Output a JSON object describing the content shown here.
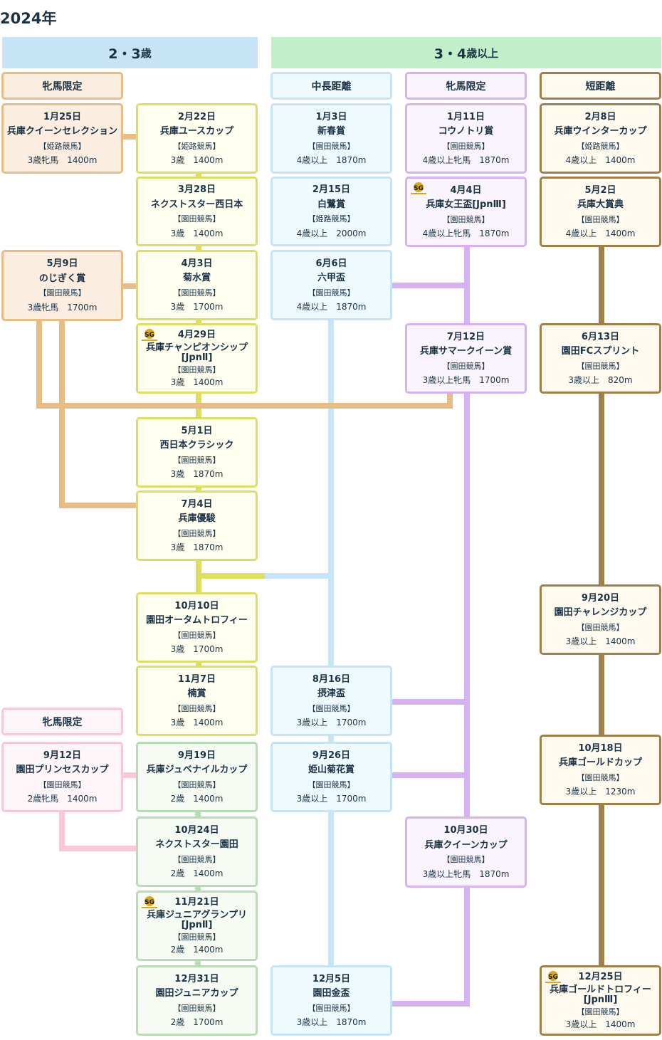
{
  "year": "2024年",
  "groups": {
    "young": {
      "main": "2・3",
      "suffix": "歳"
    },
    "older": {
      "main": "3・4",
      "suffix": "歳以上"
    }
  },
  "categories": {
    "fillies1": "牝馬限定",
    "middle": "中長距離",
    "fillies2": "牝馬限定",
    "sprint": "短距離",
    "fillies3": "牝馬限定"
  },
  "colors": {
    "orange": "#e8bd85",
    "orange_bg": "#fbeee0",
    "yellow": "#dede62",
    "yellow_bg": "#fffff0",
    "green": "#b7ddb2",
    "green_bg": "#f6fcf4",
    "pink": "#f9c7da",
    "pink_bg": "#fef5f9",
    "blue": "#c7e4f6",
    "blue_bg": "#effaff",
    "purple": "#d7b2f2",
    "purple_bg": "#faf4fe",
    "brown": "#9e8048",
    "brown_bg": "#fffaf0"
  },
  "jpn_badge": "SG",
  "races": [
    {
      "id": "r1",
      "date": "1月25日",
      "name": "兵庫クイーンセレクション",
      "course": "【姫路競馬】",
      "cond": "3歳牝馬　1400m",
      "color": "orange"
    },
    {
      "id": "r2",
      "date": "5月9日",
      "name": "のじぎく賞",
      "course": "【園田競馬】",
      "cond": "3歳牝馬　1700m",
      "color": "orange"
    },
    {
      "id": "r3",
      "date": "2月22日",
      "name": "兵庫ユースカップ",
      "course": "【姫路競馬】",
      "cond": "3歳　1400m",
      "color": "yellow"
    },
    {
      "id": "r4",
      "date": "3月28日",
      "name": "ネクストスター西日本",
      "course": "【園田競馬】",
      "cond": "3歳　1400m",
      "color": "yellow"
    },
    {
      "id": "r5",
      "date": "4月3日",
      "name": "菊水賞",
      "course": "【園田競馬】",
      "cond": "3歳　1700m",
      "color": "yellow"
    },
    {
      "id": "r6",
      "date": "4月29日",
      "name": "兵庫チャンピオンシップ[JpnⅡ]",
      "course": "【園田競馬】",
      "cond": "3歳　1400m",
      "color": "yellow",
      "jpn": true
    },
    {
      "id": "r7",
      "date": "5月1日",
      "name": "西日本クラシック",
      "course": "【園田競馬】",
      "cond": "3歳　1870m",
      "color": "yellow"
    },
    {
      "id": "r8",
      "date": "7月4日",
      "name": "兵庫優駿",
      "course": "【園田競馬】",
      "cond": "3歳　1870m",
      "color": "yellow"
    },
    {
      "id": "r9",
      "date": "10月10日",
      "name": "園田オータムトロフィー",
      "course": "【園田競馬】",
      "cond": "3歳　1700m",
      "color": "yellow"
    },
    {
      "id": "r10",
      "date": "11月7日",
      "name": "楠賞",
      "course": "【園田競馬】",
      "cond": "3歳　1400m",
      "color": "yellow"
    },
    {
      "id": "r11",
      "date": "9月12日",
      "name": "園田プリンセスカップ",
      "course": "【園田競馬】",
      "cond": "2歳牝馬　1400m",
      "color": "pink"
    },
    {
      "id": "r12",
      "date": "9月19日",
      "name": "兵庫ジュベナイルカップ",
      "course": "【園田競馬】",
      "cond": "2歳　1400m",
      "color": "green"
    },
    {
      "id": "r13",
      "date": "10月24日",
      "name": "ネクストスター園田",
      "course": "【園田競馬】",
      "cond": "2歳　1400m",
      "color": "green"
    },
    {
      "id": "r14",
      "date": "11月21日",
      "name": "兵庫ジュニアグランプリ[JpnⅡ]",
      "course": "【園田競馬】",
      "cond": "2歳　1400m",
      "color": "green",
      "jpn": true
    },
    {
      "id": "r15",
      "date": "12月31日",
      "name": "園田ジュニアカップ",
      "course": "【園田競馬】",
      "cond": "2歳　1700m",
      "color": "green"
    },
    {
      "id": "r16",
      "date": "1月3日",
      "name": "新春賞",
      "course": "【園田競馬】",
      "cond": "4歳以上　1870m",
      "color": "blue"
    },
    {
      "id": "r17",
      "date": "2月15日",
      "name": "白鷺賞",
      "course": "【姫路競馬】",
      "cond": "4歳以上　2000m",
      "color": "blue"
    },
    {
      "id": "r18",
      "date": "6月6日",
      "name": "六甲盃",
      "course": "【園田競馬】",
      "cond": "4歳以上　1870m",
      "color": "blue"
    },
    {
      "id": "r19",
      "date": "8月16日",
      "name": "摂津盃",
      "course": "【園田競馬】",
      "cond": "3歳以上　1700m",
      "color": "blue"
    },
    {
      "id": "r20",
      "date": "9月26日",
      "name": "姫山菊花賞",
      "course": "【園田競馬】",
      "cond": "3歳以上　1700m",
      "color": "blue"
    },
    {
      "id": "r21",
      "date": "12月5日",
      "name": "園田金盃",
      "course": "【園田競馬】",
      "cond": "3歳以上　1870m",
      "color": "blue"
    },
    {
      "id": "r22",
      "date": "1月11日",
      "name": "コウノトリ賞",
      "course": "【園田競馬】",
      "cond": "4歳以上牝馬　1870m",
      "color": "purple"
    },
    {
      "id": "r23",
      "date": "4月4日",
      "name": "兵庫女王盃[JpnⅢ]",
      "course": "【園田競馬】",
      "cond": "4歳以上牝馬　1870m",
      "color": "purple",
      "jpn": true
    },
    {
      "id": "r24",
      "date": "7月12日",
      "name": "兵庫サマークイーン賞",
      "course": "【園田競馬】",
      "cond": "3歳以上牝馬　1700m",
      "color": "purple"
    },
    {
      "id": "r25",
      "date": "10月30日",
      "name": "兵庫クイーンカップ",
      "course": "【園田競馬】",
      "cond": "3歳以上牝馬　1870m",
      "color": "purple"
    },
    {
      "id": "r26",
      "date": "2月8日",
      "name": "兵庫ウインターカップ",
      "course": "【姫路競馬】",
      "cond": "4歳以上　1400m",
      "color": "brown"
    },
    {
      "id": "r27",
      "date": "5月2日",
      "name": "兵庫大賞典",
      "course": "【園田競馬】",
      "cond": "4歳以上　1400m",
      "color": "brown"
    },
    {
      "id": "r28",
      "date": "6月13日",
      "name": "園田FCスプリント",
      "course": "【園田競馬】",
      "cond": "3歳以上　820m",
      "color": "brown"
    },
    {
      "id": "r29",
      "date": "9月20日",
      "name": "園田チャレンジカップ",
      "course": "【園田競馬】",
      "cond": "3歳以上　1400m",
      "color": "brown"
    },
    {
      "id": "r30",
      "date": "10月18日",
      "name": "兵庫ゴールドカップ",
      "course": "【園田競馬】",
      "cond": "3歳以上　1230m",
      "color": "brown"
    },
    {
      "id": "r31",
      "date": "12月25日",
      "name": "兵庫ゴールドトロフィー[JpnⅢ]",
      "course": "【園田競馬】",
      "cond": "3歳以上　1400m",
      "color": "brown",
      "jpn": true
    }
  ]
}
